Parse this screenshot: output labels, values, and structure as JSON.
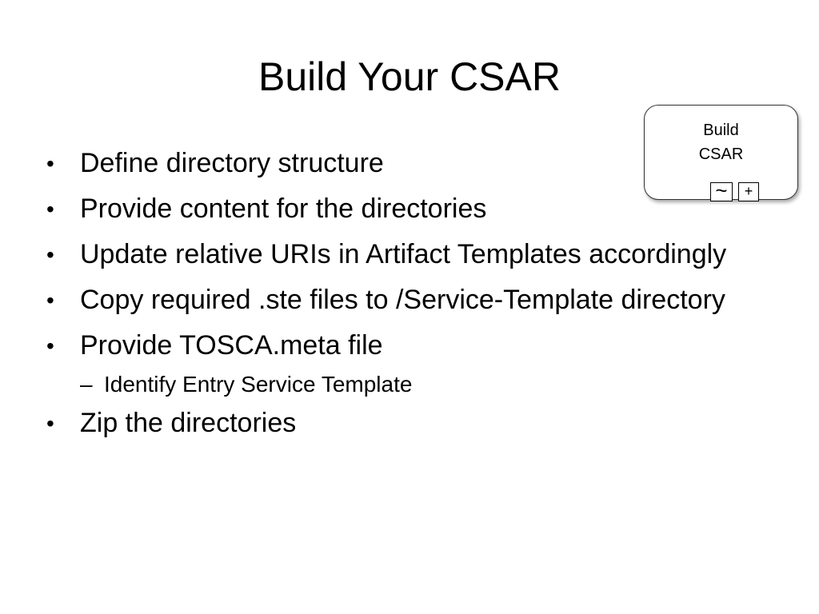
{
  "slide": {
    "title": "Build Your CSAR",
    "bullet_marker": "•",
    "sub_marker": "–",
    "bullets": [
      {
        "text": "Define directory structure"
      },
      {
        "text": "Provide content for the directories"
      },
      {
        "text": "Update relative URIs in Artifact Templates accordingly"
      },
      {
        "text": "Copy required .ste files to /Service-Template directory"
      },
      {
        "text": "Provide TOSCA.meta file",
        "sub": [
          "Identify Entry Service Template"
        ]
      },
      {
        "text": "Zip the directories"
      }
    ]
  },
  "task_box": {
    "label": "Build\nCSAR",
    "loop_marker": "~",
    "expand_marker": "+"
  }
}
